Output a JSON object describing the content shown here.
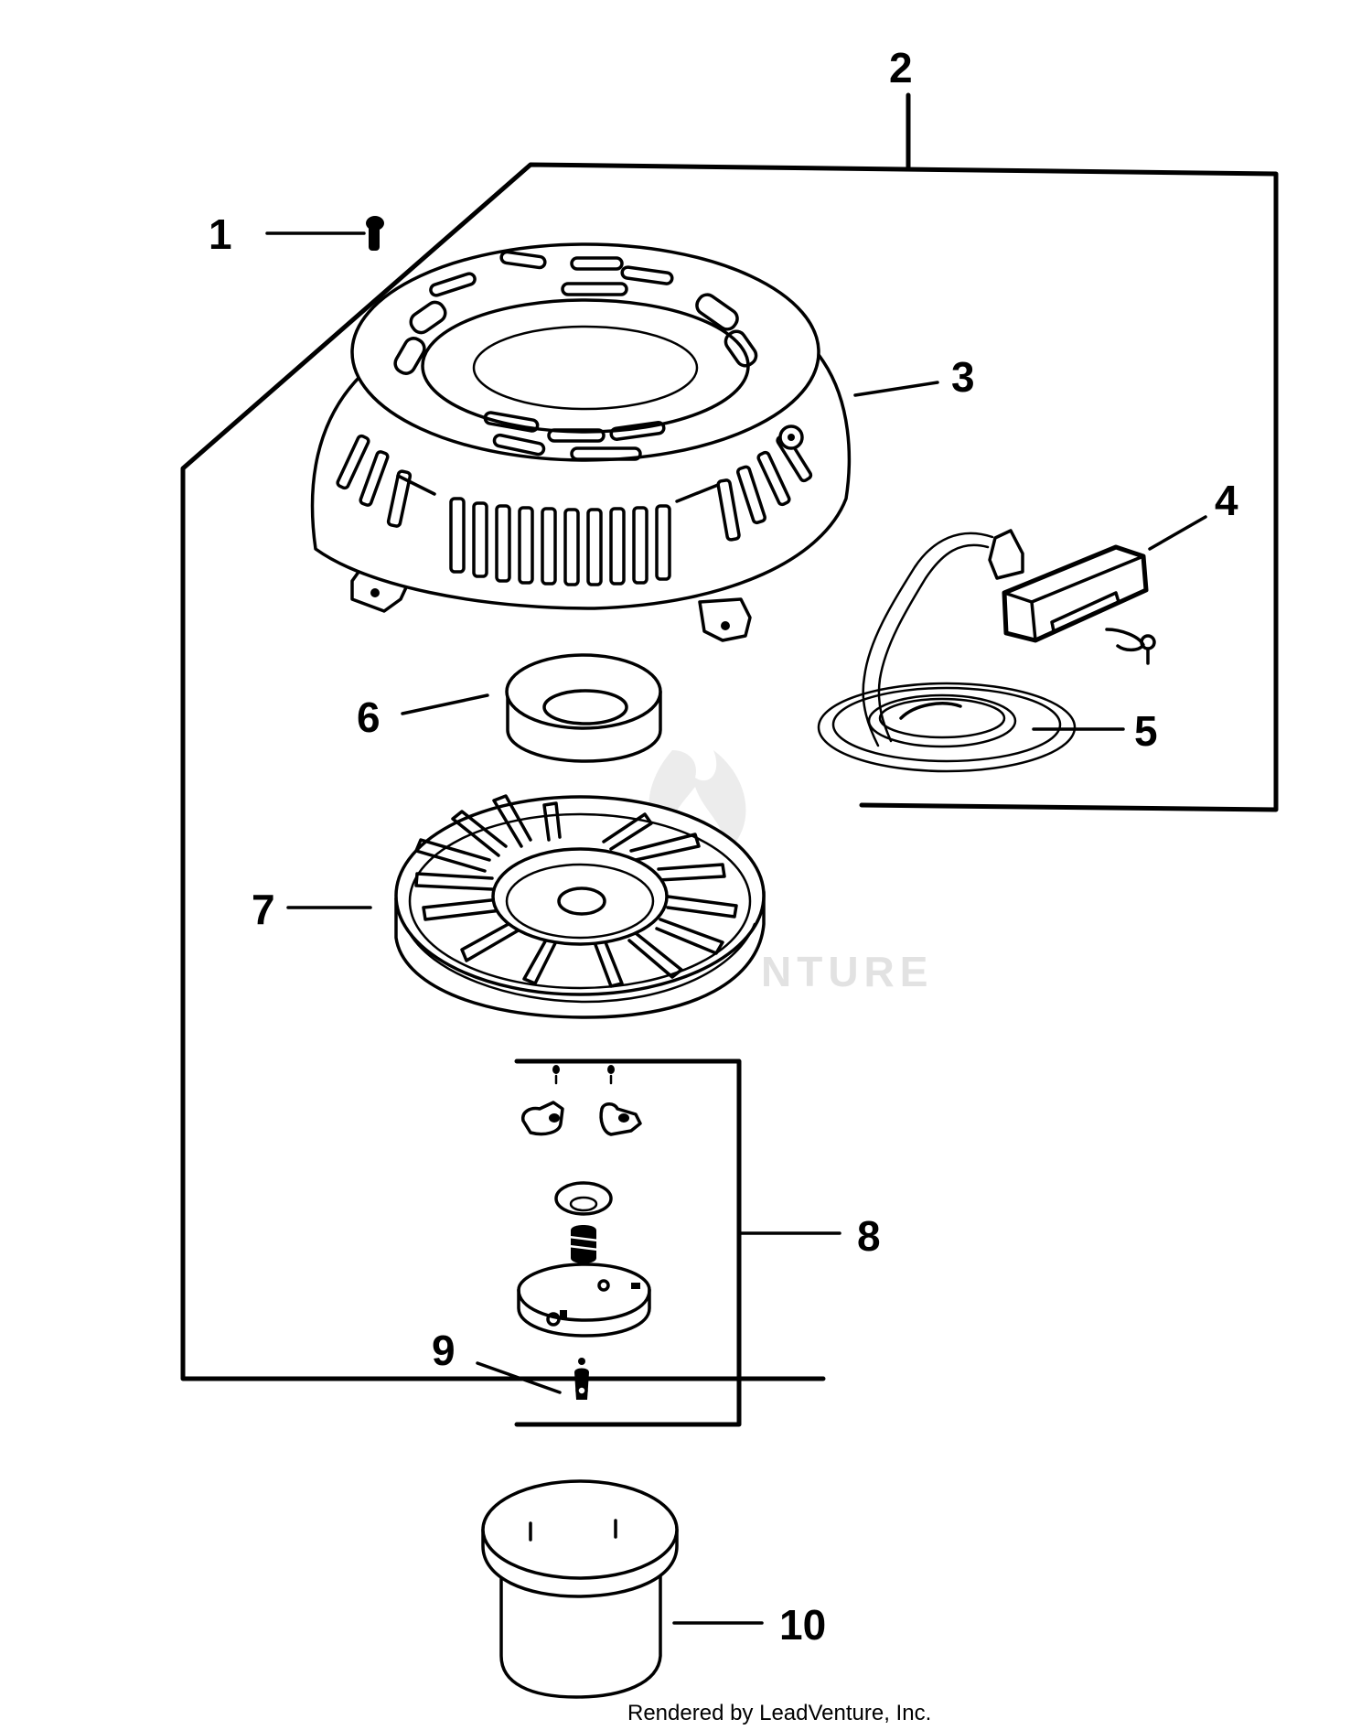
{
  "callouts": [
    {
      "id": "1",
      "label": "1"
    },
    {
      "id": "2",
      "label": "2"
    },
    {
      "id": "3",
      "label": "3"
    },
    {
      "id": "4",
      "label": "4"
    },
    {
      "id": "5",
      "label": "5"
    },
    {
      "id": "6",
      "label": "6"
    },
    {
      "id": "7",
      "label": "7"
    },
    {
      "id": "8",
      "label": "8"
    },
    {
      "id": "9",
      "label": "9"
    },
    {
      "id": "10",
      "label": "10"
    }
  ],
  "footer": "Rendered by LeadVenture, Inc.",
  "watermark": "NTURE",
  "colors": {
    "line": "#000000",
    "background": "#ffffff",
    "watermark": "#e2e2e2"
  }
}
